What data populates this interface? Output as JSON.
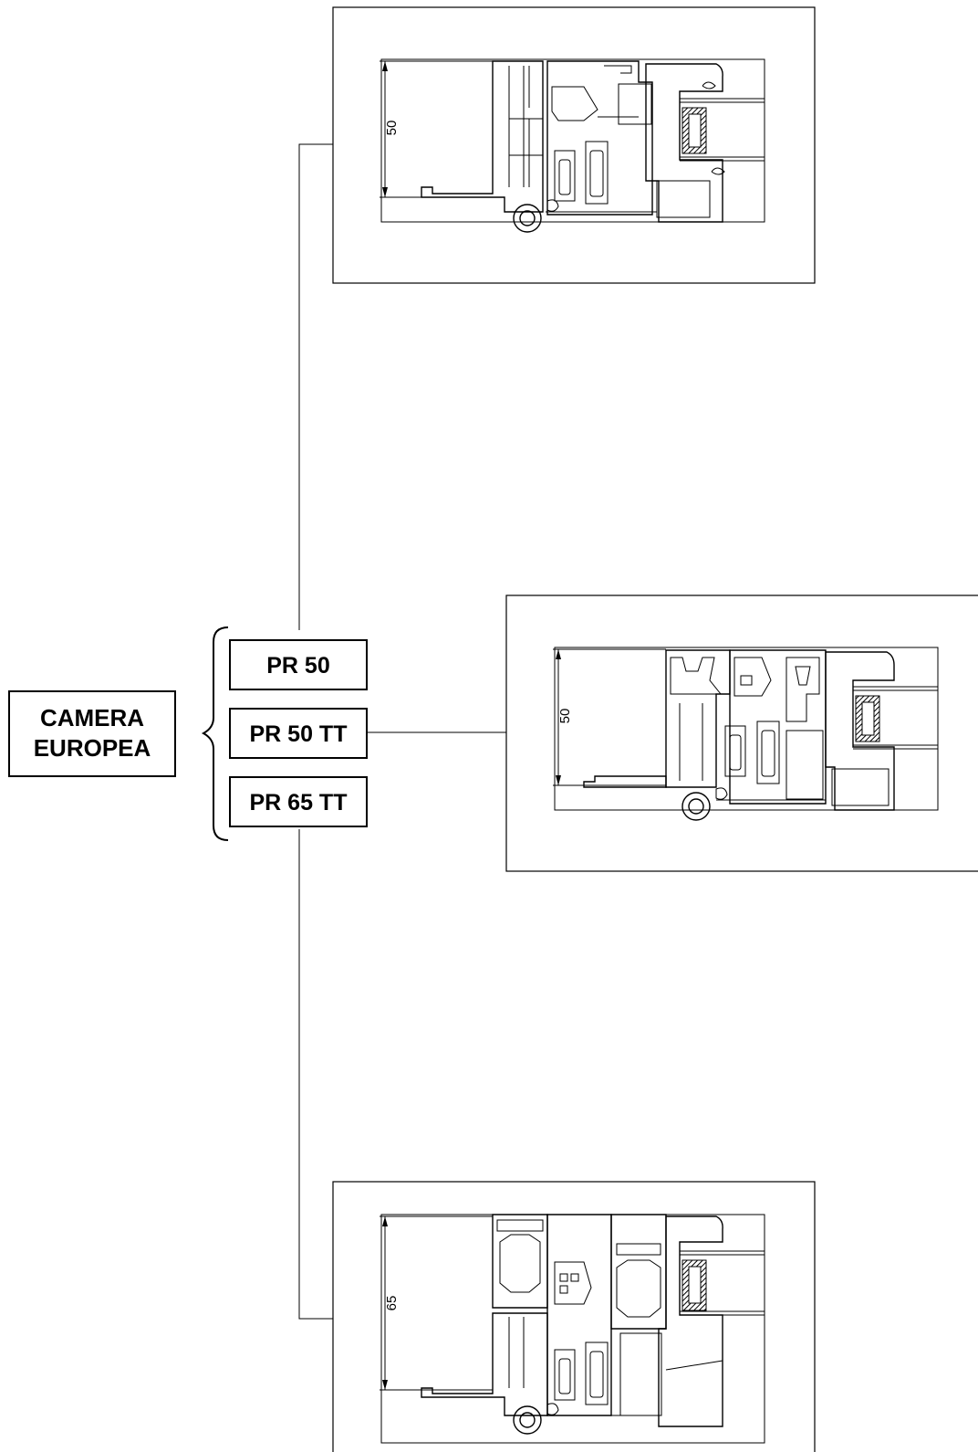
{
  "category": {
    "line1": "CAMERA",
    "line2": "EUROPEA"
  },
  "profiles": [
    {
      "label": "PR 50",
      "dimension": "50"
    },
    {
      "label": "PR 50 TT",
      "dimension": "50"
    },
    {
      "label": "PR 65 TT",
      "dimension": "65"
    }
  ],
  "colors": {
    "ink": "#000000",
    "background": "#ffffff",
    "seal": "#333333"
  }
}
